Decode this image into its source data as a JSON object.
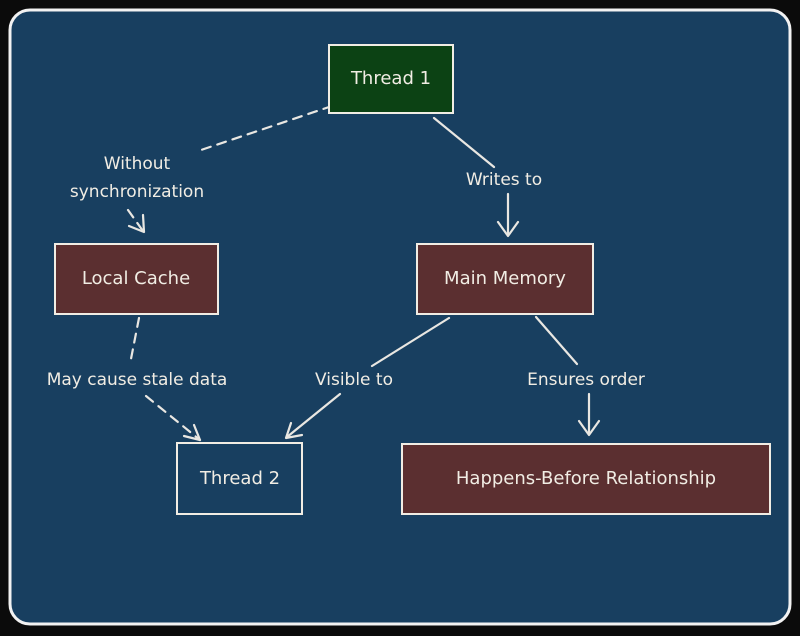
{
  "colors": {
    "canvas": "#183f60",
    "frame": "#f2f2f2",
    "page_bg": "#0b0b0b",
    "thread1_fill": "#0c4214",
    "memory_fill": "#5b2f30",
    "thread2_fill": "#183f60",
    "text": "#f1ede4"
  },
  "nodes": {
    "thread1": "Thread 1",
    "local_cache": "Local Cache",
    "main_memory": "Main Memory",
    "thread2": "Thread 2",
    "happens_before": "Happens-Before Relationship"
  },
  "edges": {
    "without_sync_line1": "Without",
    "without_sync_line2": "synchronization",
    "writes_to": "Writes to",
    "stale_data": "May cause stale data",
    "visible_to": "Visible to",
    "ensures_order": "Ensures order"
  }
}
